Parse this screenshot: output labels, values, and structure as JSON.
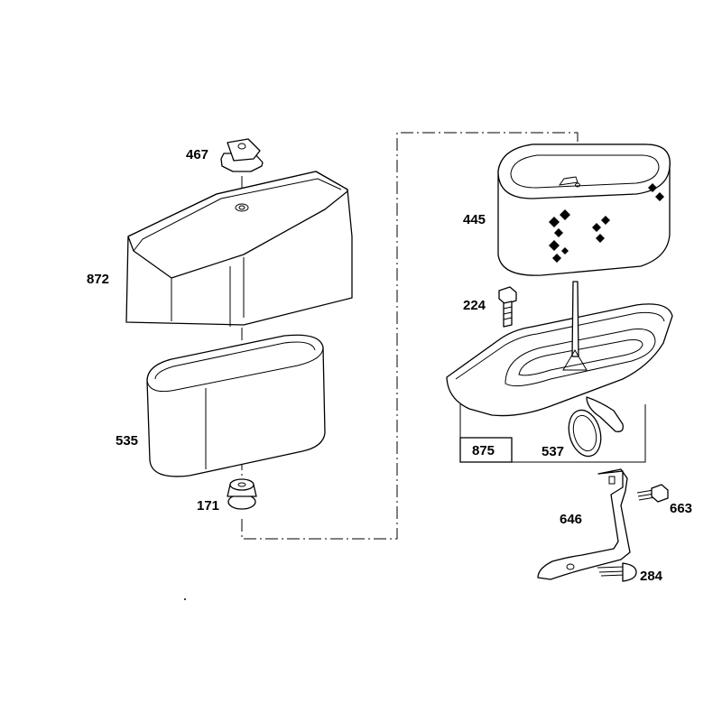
{
  "diagram": {
    "parts": [
      {
        "id": "p467",
        "number": "467"
      },
      {
        "id": "p872",
        "number": "872"
      },
      {
        "id": "p535",
        "number": "535"
      },
      {
        "id": "p171",
        "number": "171"
      },
      {
        "id": "p445",
        "number": "445"
      },
      {
        "id": "p224",
        "number": "224"
      },
      {
        "id": "p875",
        "number": "875"
      },
      {
        "id": "p537",
        "number": "537"
      },
      {
        "id": "p646",
        "number": "646"
      },
      {
        "id": "p663",
        "number": "663"
      },
      {
        "id": "p284",
        "number": "284"
      }
    ]
  }
}
